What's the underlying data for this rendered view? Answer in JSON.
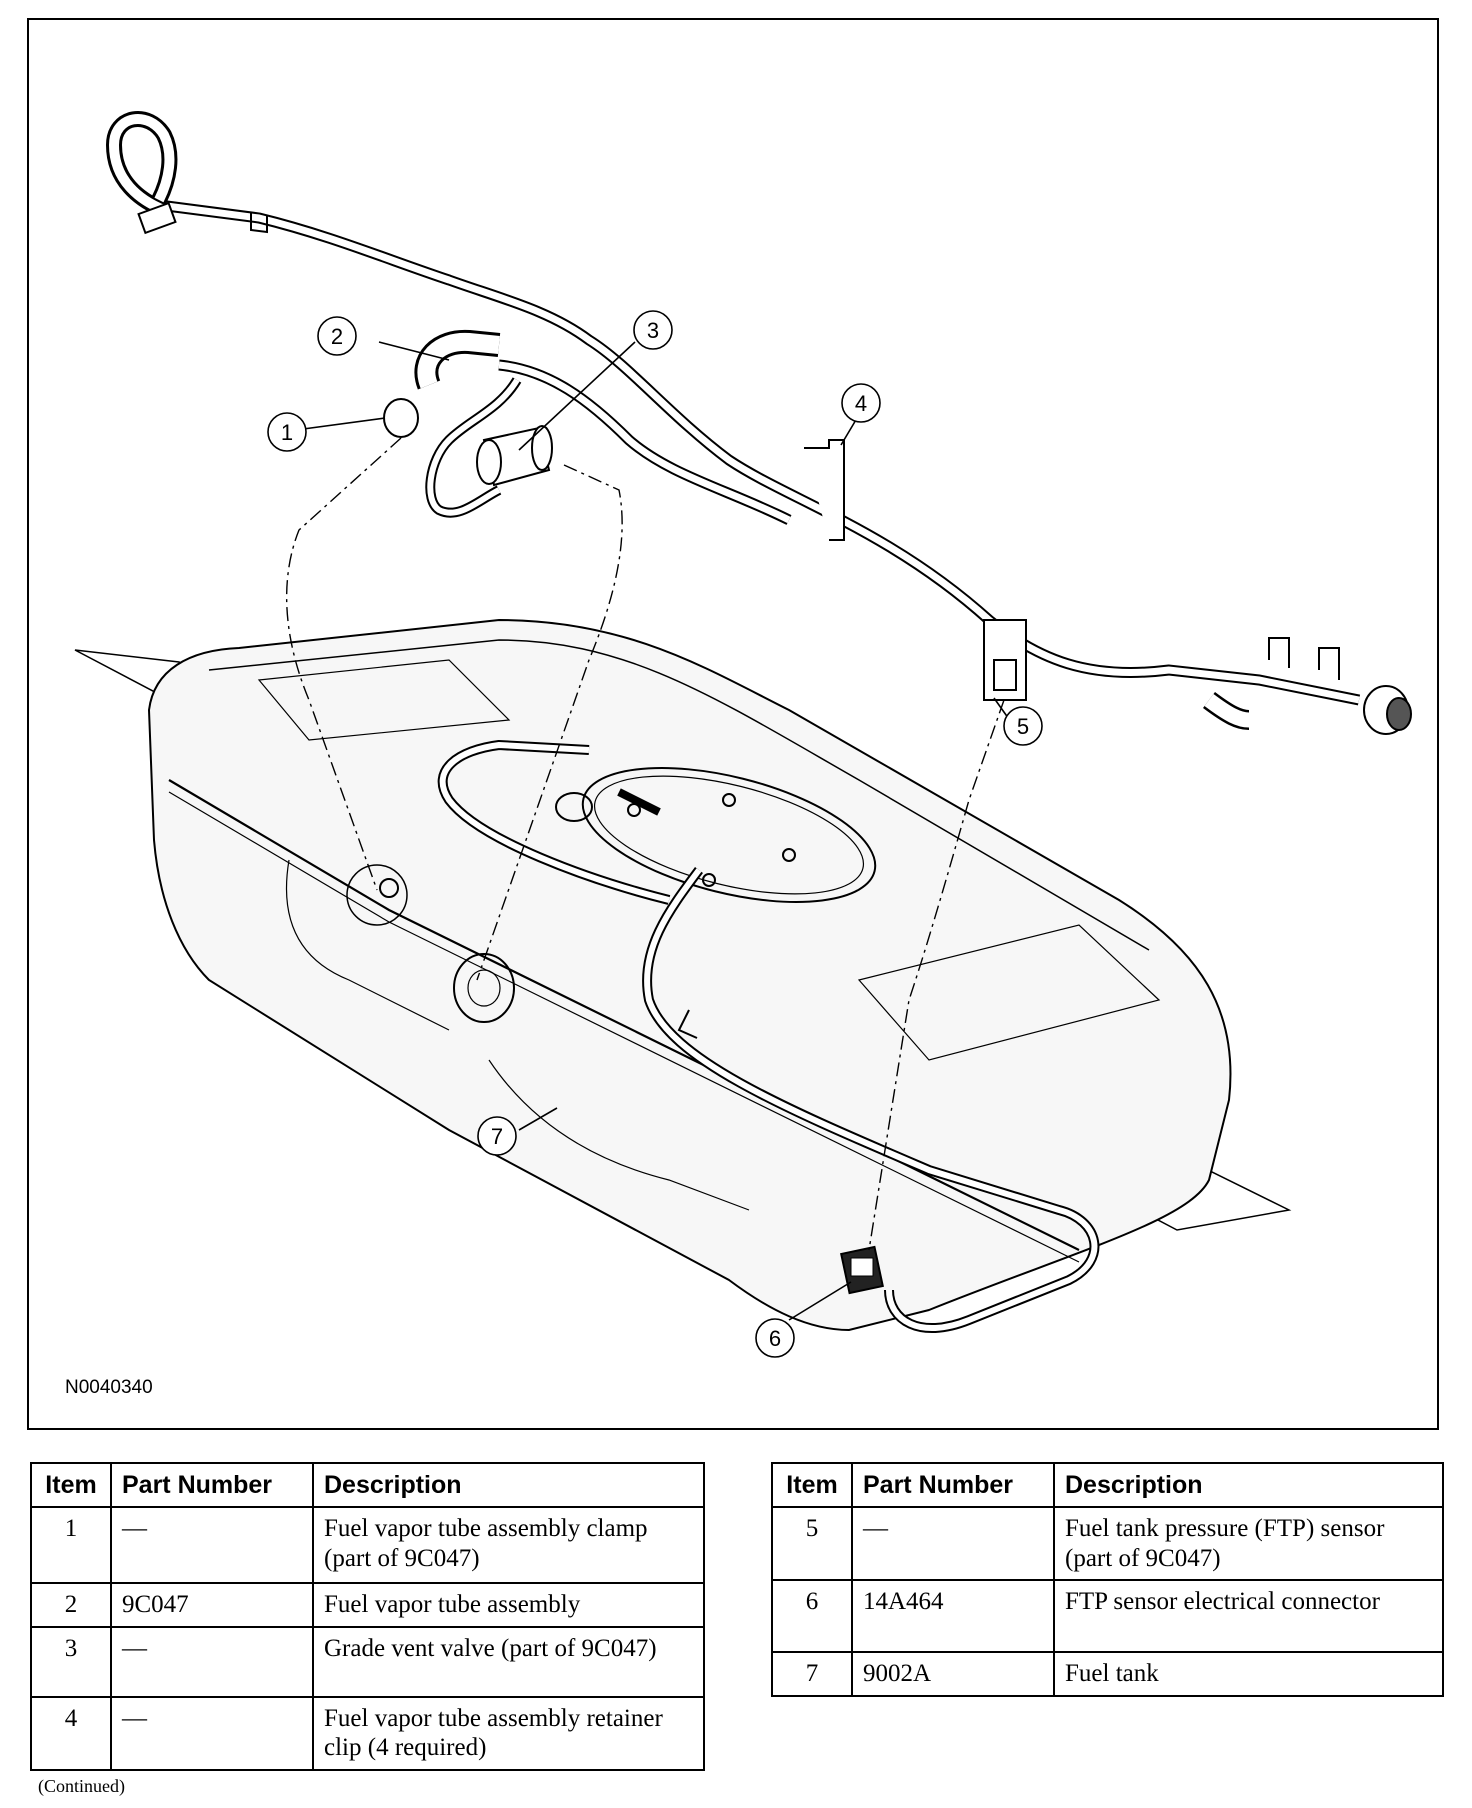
{
  "figure": {
    "id": "N0040340",
    "callouts": [
      "1",
      "2",
      "3",
      "4",
      "5",
      "6",
      "7"
    ]
  },
  "table_headers": {
    "item": "Item",
    "part_number": "Part Number",
    "description": "Description"
  },
  "parts_left": [
    {
      "item": "1",
      "part_number": "—",
      "description": "Fuel vapor tube assembly clamp (part of 9C047)"
    },
    {
      "item": "2",
      "part_number": "9C047",
      "description": "Fuel vapor tube assembly"
    },
    {
      "item": "3",
      "part_number": "—",
      "description": "Grade vent valve (part of 9C047)"
    },
    {
      "item": "4",
      "part_number": "—",
      "description": "Fuel vapor tube assembly retainer clip (4 required)"
    }
  ],
  "parts_right": [
    {
      "item": "5",
      "part_number": "—",
      "description": "Fuel tank pressure (FTP) sensor (part of 9C047)"
    },
    {
      "item": "6",
      "part_number": "14A464",
      "description": "FTP sensor electrical connector"
    },
    {
      "item": "7",
      "part_number": "9002A",
      "description": "Fuel tank"
    }
  ],
  "footer": {
    "continued": "(Continued)"
  }
}
